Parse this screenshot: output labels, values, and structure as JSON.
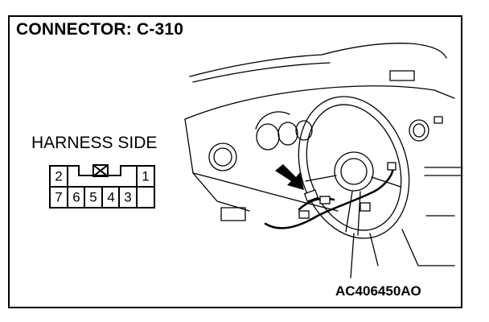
{
  "title": "CONNECTOR: C-310",
  "harness_side_label": "HARNESS SIDE",
  "figure_code": "AC406450AO",
  "connector": {
    "top_row": [
      "2",
      "",
      "1"
    ],
    "bottom_row": [
      "7",
      "6",
      "5",
      "4",
      "3"
    ],
    "blank_pin_marker": "cross-box-icon"
  },
  "colors": {
    "line": "#000000",
    "background": "#ffffff"
  }
}
